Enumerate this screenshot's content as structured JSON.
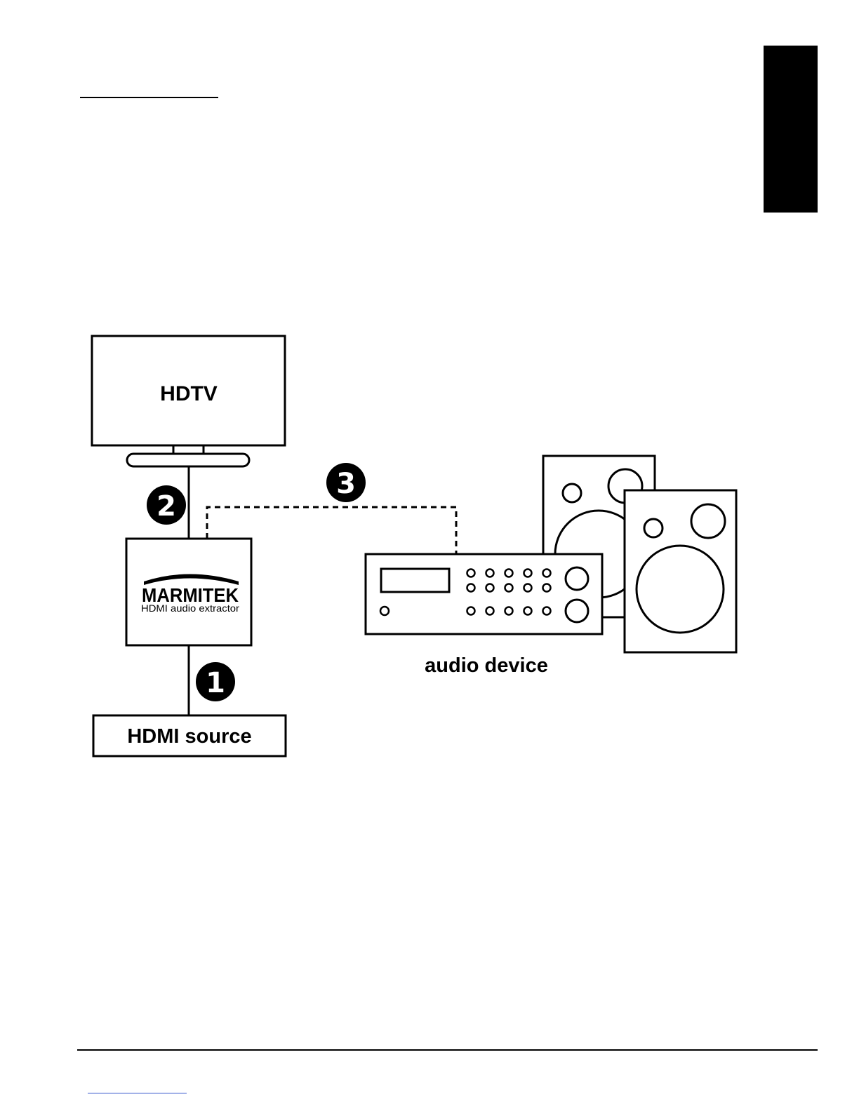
{
  "diagram": {
    "tv_label": "HDTV",
    "source_label": "HDMI source",
    "audio_label": "audio device",
    "extractor_brand": "MARMITEK",
    "extractor_subtitle": "HDMI audio extractor",
    "steps": [
      "1",
      "2",
      "3"
    ]
  },
  "colors": {
    "ink": "#000000",
    "background": "#ffffff",
    "link_rule": "#3355cc"
  }
}
